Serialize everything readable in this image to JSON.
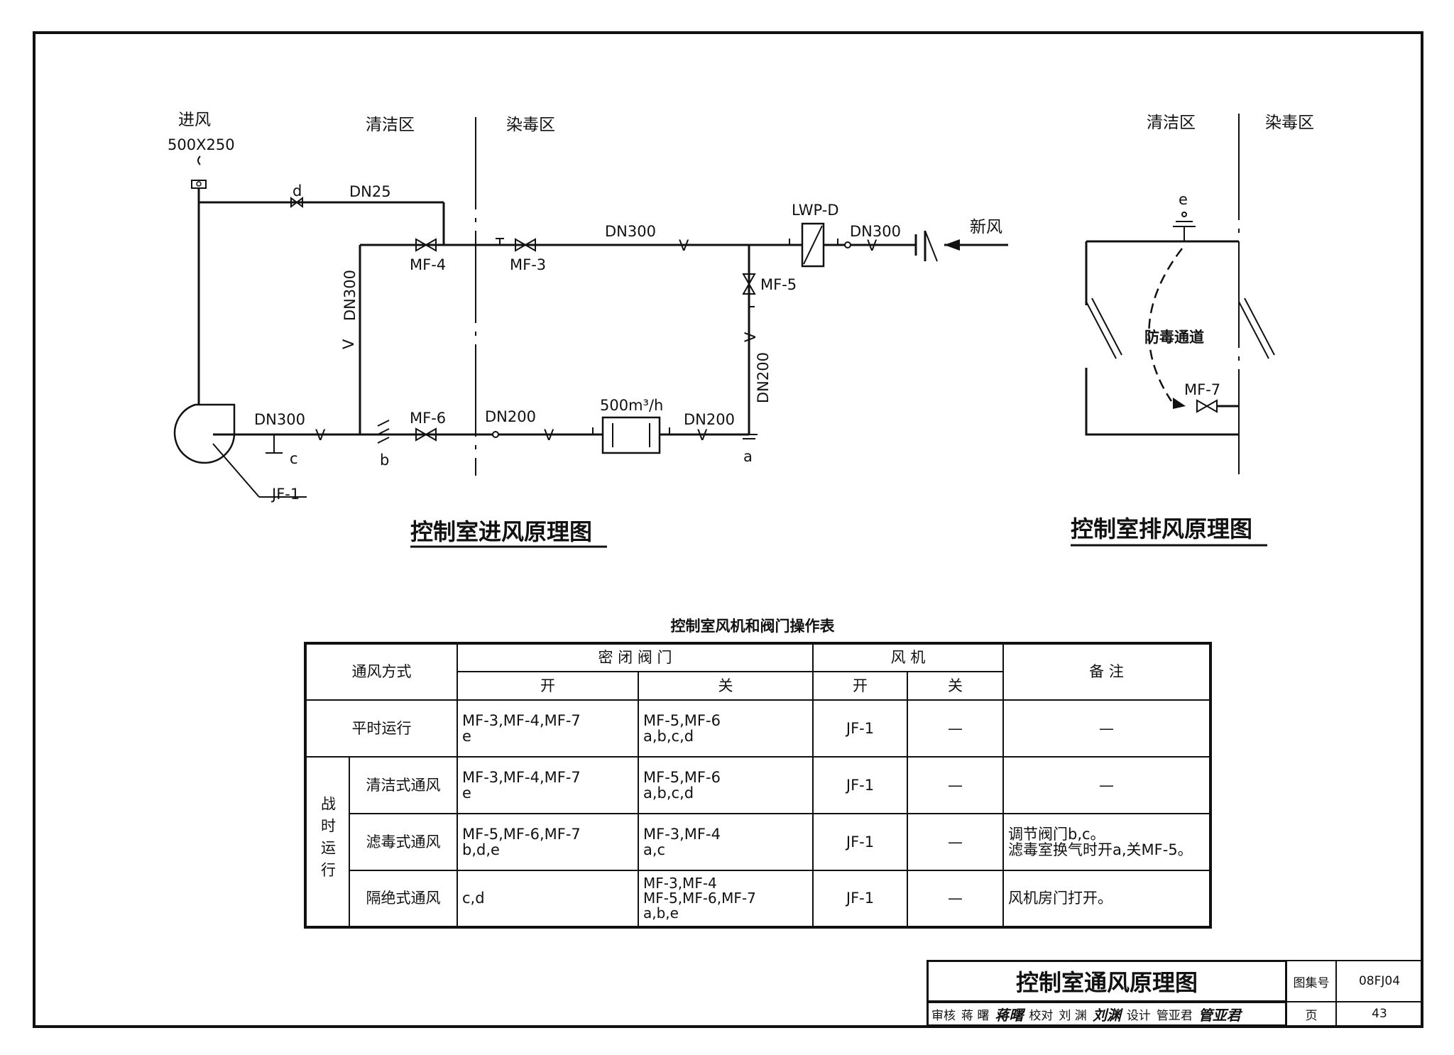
{
  "diagram": {
    "left": {
      "title": "控制室进风原理图",
      "zones": {
        "clean": "清洁区",
        "toxic": "染毒区"
      },
      "intake": {
        "label": "进风",
        "size": "500X250"
      },
      "pipes": {
        "dn25": "DN25",
        "dn300_top": "DN300",
        "dn300_vertical": "DN300",
        "dn300_fan": "DN300",
        "dn300_right": "DN300",
        "dn200_a": "DN200",
        "dn200_b": "DN200",
        "dn200_vertical": "DN200"
      },
      "valves": {
        "mf3": "MF-3",
        "mf4": "MF-4",
        "mf5": "MF-5",
        "mf6": "MF-6"
      },
      "points": {
        "a": "a",
        "b": "b",
        "c": "c",
        "d": "d"
      },
      "fan": "JF-1",
      "filter": "LWP-D",
      "filter_box": "500m³/h",
      "fresh_air": "新风"
    },
    "right": {
      "title": "控制室排风原理图",
      "zones": {
        "clean": "清洁区",
        "toxic": "染毒区"
      },
      "point_e": "e",
      "passage": "防毒通道",
      "valve": "MF-7"
    }
  },
  "table": {
    "title": "控制室风机和阀门操作表",
    "headers": {
      "mode": "通风方式",
      "valves": "密 闭 阀 门",
      "fan": "风 机",
      "remarks": "备 注",
      "open": "开",
      "close": "关"
    },
    "war_group": "战时运行",
    "rows": [
      {
        "mode": "平时运行",
        "valve_open": [
          "MF-3,MF-4,MF-7",
          "e"
        ],
        "valve_close": [
          "MF-5,MF-6",
          "a,b,c,d"
        ],
        "fan_open": "JF-1",
        "fan_close": "—",
        "remarks": [
          "—"
        ]
      },
      {
        "mode": "清洁式通风",
        "valve_open": [
          "MF-3,MF-4,MF-7",
          "e"
        ],
        "valve_close": [
          "MF-5,MF-6",
          "a,b,c,d"
        ],
        "fan_open": "JF-1",
        "fan_close": "—",
        "remarks": [
          "—"
        ]
      },
      {
        "mode": "滤毒式通风",
        "valve_open": [
          "MF-5,MF-6,MF-7",
          "b,d,e"
        ],
        "valve_close": [
          "MF-3,MF-4",
          "a,c"
        ],
        "fan_open": "JF-1",
        "fan_close": "—",
        "remarks": [
          "调节阀门b,c。",
          "滤毒室换气时开a,关MF-5。"
        ]
      },
      {
        "mode": "隔绝式通风",
        "valve_open": [
          "c,d"
        ],
        "valve_close": [
          "MF-3,MF-4",
          "MF-5,MF-6,MF-7",
          "a,b,e"
        ],
        "fan_open": "JF-1",
        "fan_close": "—",
        "remarks": [
          "风机房门打开。"
        ]
      }
    ]
  },
  "title_block": {
    "drawing_title": "控制室通风原理图",
    "atlas_label": "图集号",
    "atlas_no": "08FJ04",
    "review_label": "审核",
    "reviewer": "蒋 曙",
    "review_sig": "蒋曙",
    "check_label": "校对",
    "checker": "刘 渊",
    "check_sig": "刘渊",
    "design_label": "设计",
    "designer": "管亚君",
    "design_sig": "管亚君",
    "page_label": "页",
    "page_no": "43"
  }
}
